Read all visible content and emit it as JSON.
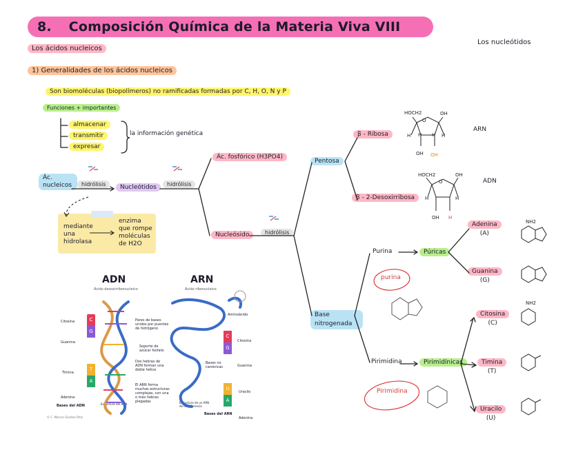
{
  "title": {
    "number": "8.",
    "text": "Composición Química de la Materia Viva VIII"
  },
  "subtitle": "Los ácidos nucleicos",
  "corner_note": "Los nucleótidos",
  "section": "1) Generalidades de los ácidos nucleicos",
  "definition": "Son biomoléculas (biopolímeros) no ramificadas formadas por C, H, O, N y P",
  "functions": {
    "header": "Funciones + importantes",
    "items": [
      "almacenar",
      "transmitir",
      "expresar"
    ],
    "result": "la información genética"
  },
  "flow": {
    "acidos_nucleicos": "Ác. nucleicos",
    "hidrolisis": "hidrólisis",
    "nucleotidos": "Nucleótidos",
    "acido_fosforico": "Ác. fosfórico (H3PO4)",
    "nucleosido": "Nucleósido",
    "pentosa": "Pentosa",
    "base_nitrogenada": "Base nitrogenada"
  },
  "hydrolysis_note": {
    "left": [
      "mediante",
      "una",
      "hidrolasa"
    ],
    "right": [
      "enzima",
      "que rompe",
      "moléculas",
      "de H2O"
    ]
  },
  "sugars": {
    "ribosa": "β - Ribosa",
    "desoxirribosa": "β - 2-Desoxirribosa",
    "arn": "ARN",
    "adn": "ADN",
    "hoch2": "HOCH2",
    "oh": "OH",
    "h": "H",
    "o": "O"
  },
  "bases": {
    "purina": "Purina",
    "puricas": "Púricas",
    "purina_circle": "purina",
    "adenina": "Adenina",
    "adenina_letter": "(A)",
    "guanina": "Guanina",
    "guanina_letter": "(G)",
    "pirimidina": "Pirimidina",
    "pirimidinicas": "Pirimidínicas",
    "pirimidina_circle": "Pirimidina",
    "citosina": "Citosina",
    "citosina_letter": "(C)",
    "timina": "Timina",
    "timina_letter": "(T)",
    "uracilo": "Uracilo",
    "uracilo_letter": "(U)",
    "nh2": "NH2"
  },
  "dna_figure": {
    "adn_title": "ADN",
    "adn_sub": "Ácido desoxirribonucleico",
    "arn_title": "ARN",
    "arn_sub": "Ácido ribonucleico",
    "left_labels": [
      "Citosina",
      "Guanina",
      "Timina",
      "Adenina"
    ],
    "left_footer": "Bases del ADN",
    "right_labels": [
      "Aminoácido",
      "Citosina",
      "Guanina",
      "Uracilo",
      "Adenina"
    ],
    "right_footer": "Bases del ARN",
    "center_notes": [
      "Pares de bases unidos por puentes de hidrógeno",
      "Soporte de azúcar fosfato",
      "Dos hebras de ADN forman una doble hélice",
      "El ARN forma muchas estructuras complejas, con una o más hebras plegadas"
    ],
    "bases_no_canonicas": "Bases no canónicas",
    "estructura_adn": "Estructura del ADN",
    "estructura_arn": "Estructura de un ARN de transferencia",
    "credit": "© C. Marcos Ganáez Ortiz",
    "strand_letters": [
      "C",
      "G",
      "T",
      "A"
    ],
    "rna_letters": [
      "C",
      "G",
      "U",
      "A"
    ]
  },
  "colors": {
    "title_bg": "#f56fb5",
    "pink": "#ffb7c5",
    "orange": "#ffc49a",
    "yellow": "#fff56b",
    "green": "#b8ef8c",
    "blue": "#b9e3f5"
  }
}
